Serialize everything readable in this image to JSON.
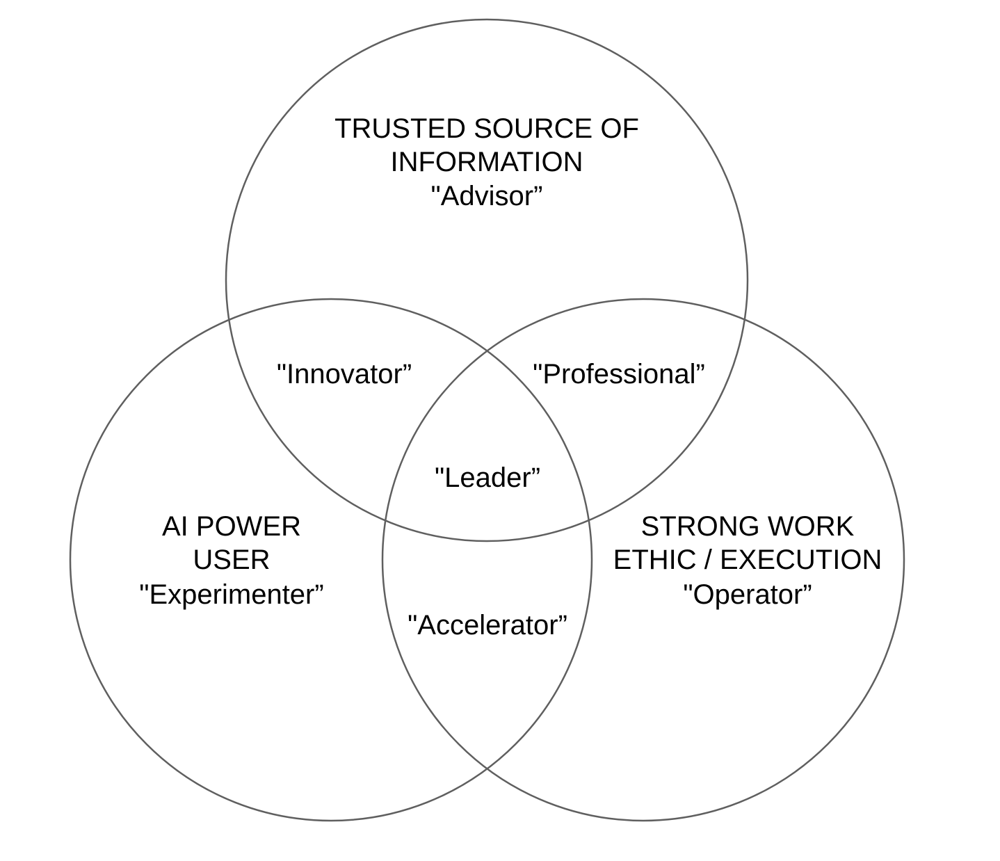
{
  "circles": {
    "top": {
      "title_line1": "TRUSTED SOURCE OF",
      "title_line2": "INFORMATION",
      "persona": "\"Advisor”"
    },
    "left": {
      "title_line1": "AI POWER",
      "title_line2": "USER",
      "persona": "\"Experimenter”"
    },
    "right": {
      "title_line1": "STRONG WORK",
      "title_line2": "ETHIC / EXECUTION",
      "persona": "\"Operator”"
    }
  },
  "intersections": {
    "top_left": "\"Innovator”",
    "top_right": "\"Professional”",
    "left_right": "\"Accelerator”",
    "center": "\"Leader”"
  },
  "colors": {
    "stroke": "#5f5f5f",
    "text": "#000000",
    "background": "#ffffff"
  }
}
